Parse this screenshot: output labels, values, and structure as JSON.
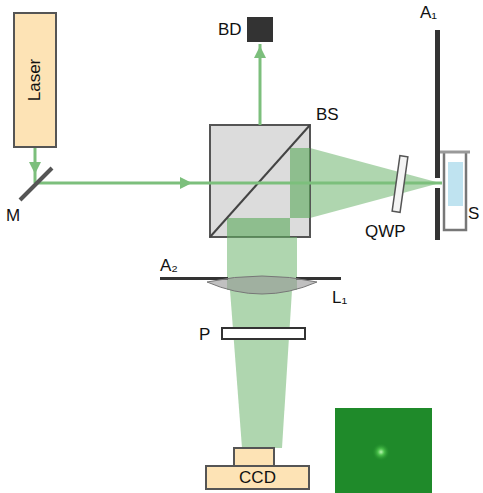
{
  "diagram": {
    "nodes": [
      {
        "text": [
          "Laser"
        ]
      },
      {
        "text": [
          "CCD"
        ]
      }
    ],
    "labels": [
      "BD",
      "BS",
      "M",
      "A₁",
      "S",
      "QWP",
      "A₂",
      "L₁",
      "P"
    ]
  }
}
